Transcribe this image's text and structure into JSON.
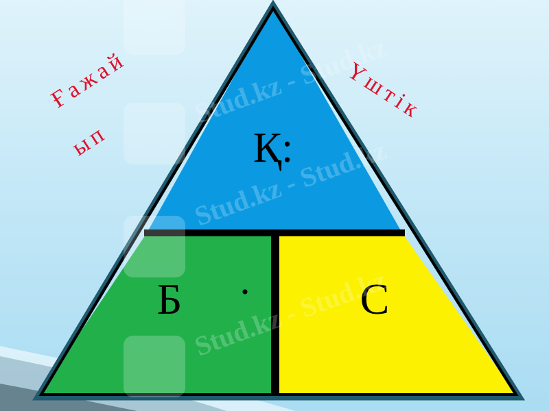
{
  "slide": {
    "left_caption_line1": "Ғажай",
    "left_caption_line2": "ып",
    "right_caption": "Үштік",
    "top_section_label": "Қ:",
    "bottom_left_label": "Б",
    "multiply_sign": "·",
    "bottom_right_label": "С",
    "watermark_text": "Stud.kz - Stud.kz"
  },
  "colors": {
    "top_section": "#0b9ae2",
    "bottom_left_section": "#22b04b",
    "bottom_right_section": "#fcf100",
    "outline": "#000000",
    "caption": "#e0102a"
  }
}
